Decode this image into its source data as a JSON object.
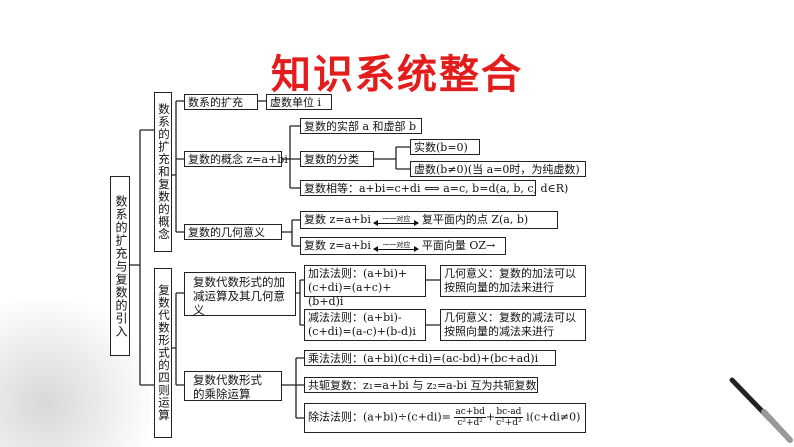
{
  "title": "知识系统整合",
  "root": "数系的扩充与复数的引入",
  "branch1": {
    "label": "数系的扩充和复数的概念",
    "extension": "数系的扩充",
    "imaginary_unit": "虚数单位 i",
    "concept": "复数的概念 z=a+bi",
    "real_imag_parts": "复数的实部 a 和虚部 b",
    "classification": "复数的分类",
    "real_number": "实数(b=0)",
    "imaginary_number": "虚数(b≠0)(当 a=0时，为纯虚数)",
    "equality": "复数相等：a+bi=c+di ⟺ a=c, b=d(a, b, c, d∈R)",
    "geometric_meaning": "复数的几何意义",
    "geo_point_left": "复数 z=a+bi",
    "geo_point_arrow": "一一对应",
    "geo_point_right": "复平面内的点 Z(a, b)",
    "geo_vector_left": "复数 z=a+bi",
    "geo_vector_arrow": "一一对应",
    "geo_vector_right": "平面向量 OZ→"
  },
  "branch2": {
    "label": "复数代数形式的四则运算",
    "add_sub": "复数代数形式的加减运算及其几何意义",
    "add_rule": "加法法则：(a+bi)+(c+di)=(a+c)+(b+d)i",
    "add_geo": "几何意义：复数的加法可以按照向量的加法来进行",
    "sub_rule": "减法法则：(a+bi)-(c+di)=(a-c)+(b-d)i",
    "sub_geo": "几何意义：复数的减法可以按照向量的减法来进行",
    "mul_div": "复数代数形式的乘除运算",
    "mul_rule": "乘法法则：(a+bi)(c+di)=(ac-bd)+(bc+ad)i",
    "conjugate": "共轭复数：z₁=a+bi 与 z₂=a-bi 互为共轭复数",
    "div_prefix": "除法法则：(a+bi)÷(c+di)=",
    "div_frac1_num": "ac+bd",
    "div_frac1_den": "c²+d²",
    "div_plus": "+",
    "div_frac2_num": "bc-ad",
    "div_frac2_den": "c²+d²",
    "div_suffix": "i(c+di≠0)"
  },
  "colors": {
    "title": "#e31c1c",
    "line": "#222222"
  }
}
